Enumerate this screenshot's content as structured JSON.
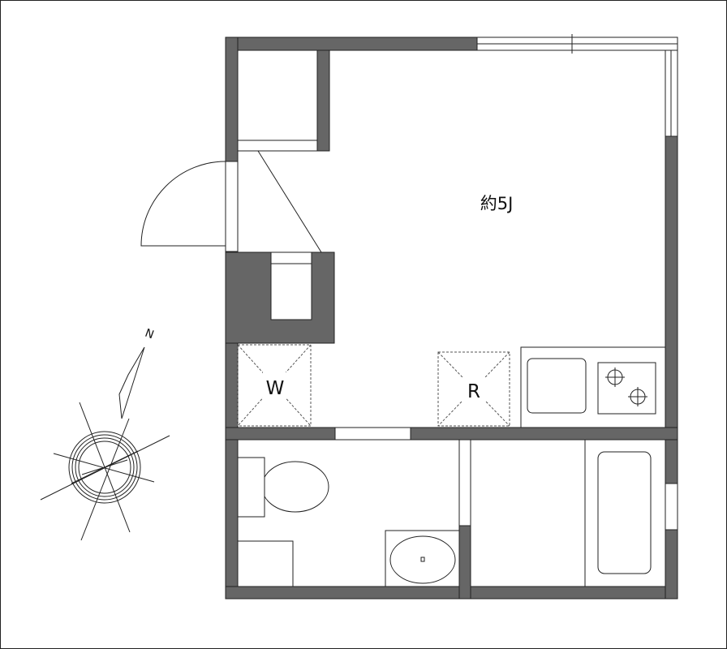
{
  "room_label": "約5J",
  "washer_label": "W",
  "fridge_label": "R",
  "north_label": "N",
  "colors": {
    "wall": "#666666",
    "line": "#222222",
    "fixture": "#444444",
    "background": "#ffffff"
  },
  "icons": [
    "compass-icon",
    "toilet-icon",
    "bathtub-icon",
    "washbasin-icon",
    "gas-burner-icon",
    "kitchen-sink-icon",
    "door-swing-icon"
  ]
}
